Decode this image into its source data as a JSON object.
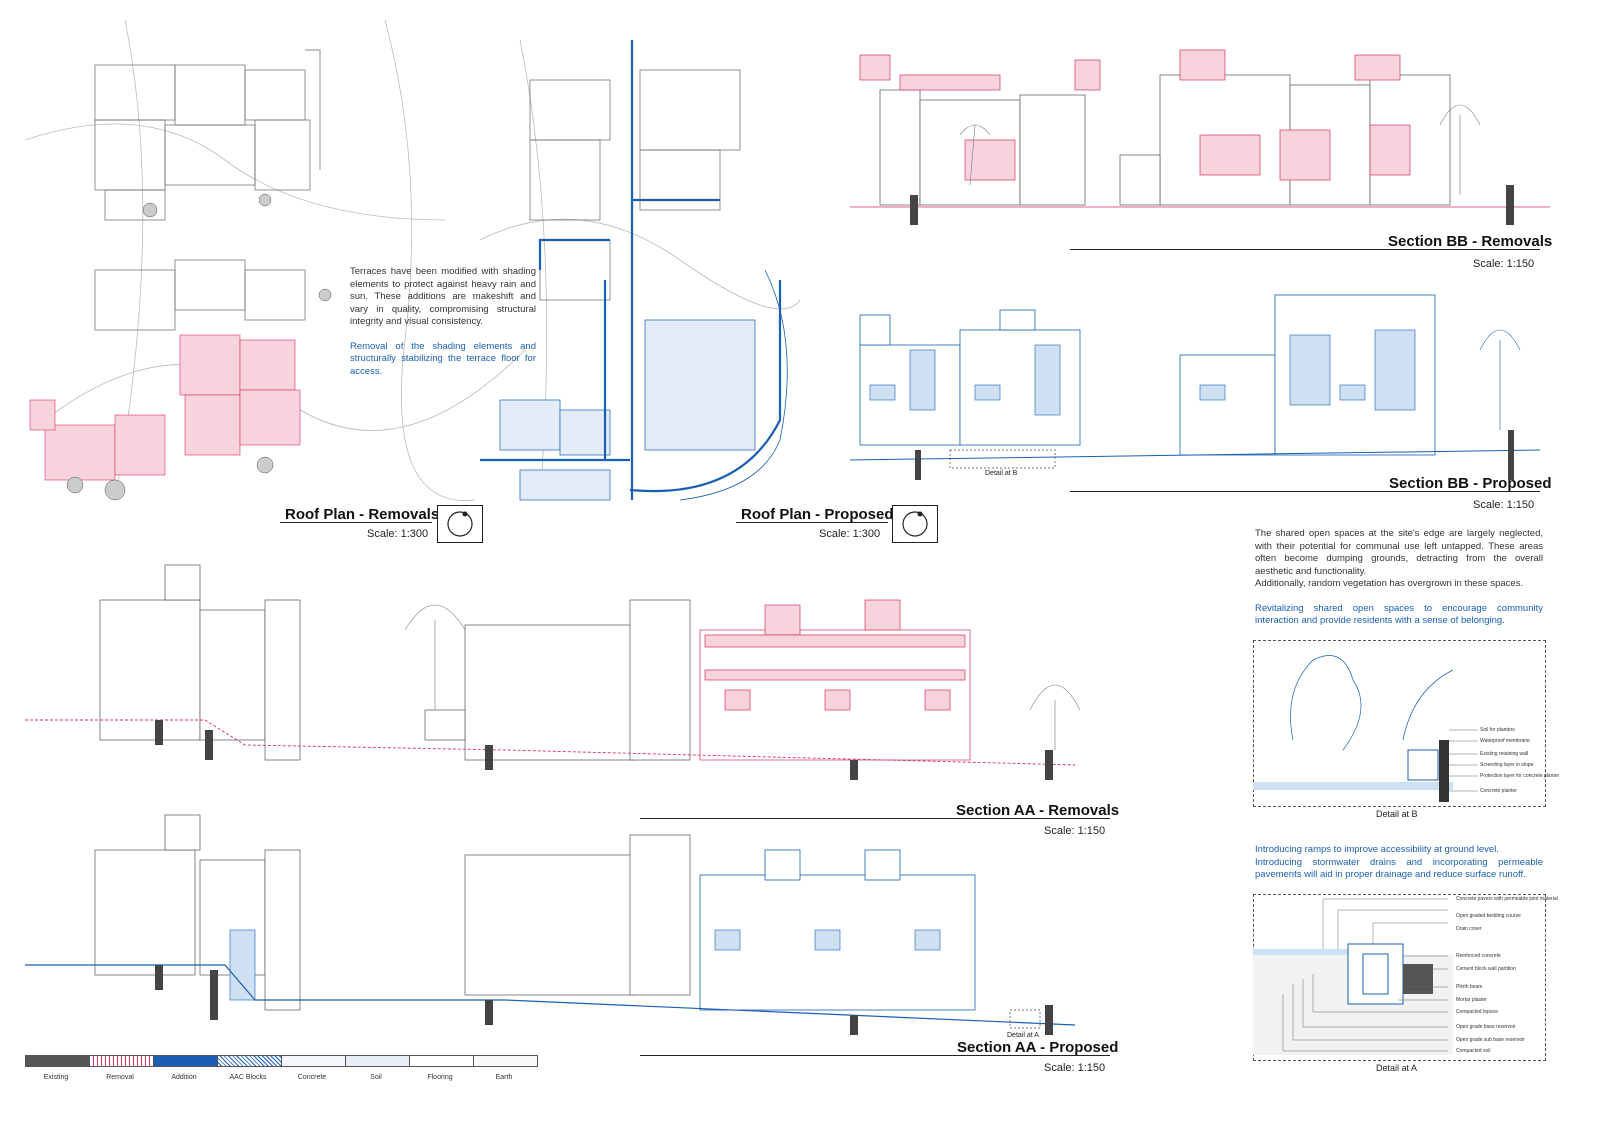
{
  "roof_plan_removals": {
    "title": "Roof Plan - Removals",
    "scale": "Scale: 1:300"
  },
  "roof_plan_proposed": {
    "title": "Roof Plan - Proposed",
    "scale": "Scale: 1:300"
  },
  "terrace_text": {
    "body": "Terraces have been modified with shading elements to protect against heavy rain and sun. These additions are makeshift and vary in quality, compromising structural integrity and visual consistency.",
    "proposal": "Removal of the shading elements and structurally stabilizing the terrace floor for access."
  },
  "section_bb_removals": {
    "title": "Section BB - Removals",
    "scale": "Scale: 1:150"
  },
  "section_bb_proposed": {
    "title": "Section BB - Proposed",
    "scale": "Scale: 1:150",
    "detail_marker": "Detail at B"
  },
  "open_space_text": {
    "body": "The shared open spaces at the site's edge are largely neglected, with their potential for communal use left untapped. These areas often become dumping grounds, detracting from the overall aesthetic and functionality.",
    "body2": "Additionally, random vegetation has overgrown in these spaces.",
    "proposal": "Revitalizing shared open spaces to encourage community interaction and provide residents with a sense of belonging."
  },
  "detail_b": {
    "caption": "Detail at B",
    "annotations": [
      "Soil for planters",
      "Waterproof membrane",
      "Existing retaining wall",
      "Screeding layer in slope",
      "Protection layer for concrete planter",
      "Concrete planter"
    ]
  },
  "section_aa_removals": {
    "title": "Section AA - Removals",
    "scale": "Scale: 1:150"
  },
  "section_aa_proposed": {
    "title": "Section AA - Proposed",
    "scale": "Scale: 1:150",
    "detail_marker": "Detail at A"
  },
  "ramp_text": {
    "line1": "Introducing ramps to improve accessibility at ground level.",
    "line2": "Introducing stormwater drains and incorporating permeable pavements will aid in proper drainage and reduce surface runoff."
  },
  "detail_a": {
    "caption": "Detail at A",
    "annotations": [
      "Concrete pavers with permeable joint material",
      "Open graded bedding course",
      "Drain cover",
      "Reinforced concrete",
      "Cement block wall partition",
      "Plinth beam",
      "Mortar plaster",
      "Compacted topsoe",
      "Open grade base reservoir",
      "Open grade sub base reservoir",
      "Compacted soil"
    ]
  },
  "legend": {
    "items": [
      {
        "label": "Existing",
        "color": "#555555"
      },
      {
        "label": "Removal",
        "color": "#d9335b"
      },
      {
        "label": "Addition",
        "color": "#1a5fb4"
      },
      {
        "label": "AAC Blocks",
        "color": "#1a5fb4"
      },
      {
        "label": "Concrete",
        "color": "#9ab8d8"
      },
      {
        "label": "Soil",
        "color": "#9ab8d8"
      },
      {
        "label": "Flooring",
        "color": "#bbbbbb"
      },
      {
        "label": "Earth",
        "color": "#bbbbbb"
      }
    ]
  },
  "colors": {
    "removal": "#d9335b",
    "addition": "#1a5fb4",
    "existing": "#555555"
  }
}
